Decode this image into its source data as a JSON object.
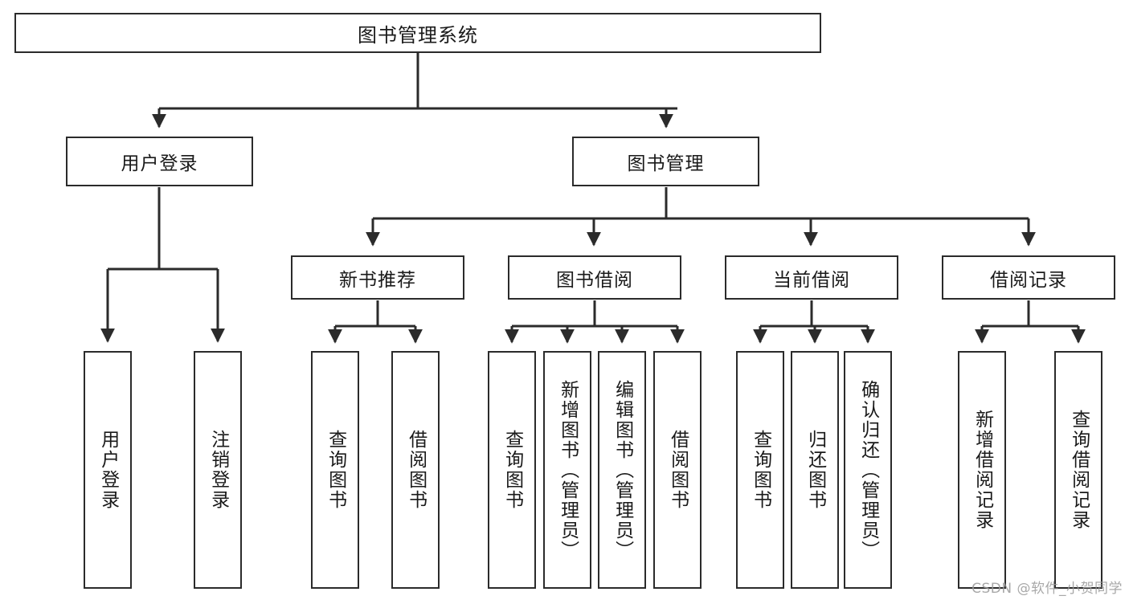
{
  "diagram": {
    "title": "图书管理系统",
    "watermark": "CSDN @软件_小贺同学",
    "line_color": "#2b2b2b",
    "box_fill": "#ffffff",
    "text_color": "#1a1a1a",
    "watermark_color": "#9a9a9a"
  },
  "root": {
    "label": "图书管理系统"
  },
  "level2": [
    {
      "label": "用户登录"
    },
    {
      "label": "图书管理"
    }
  ],
  "level3": [
    {
      "label": "新书推荐"
    },
    {
      "label": "图书借阅"
    },
    {
      "label": "当前借阅"
    },
    {
      "label": "借阅记录"
    }
  ],
  "leaves": {
    "user_login": [
      {
        "label": "用户登录"
      },
      {
        "label": "注销登录"
      }
    ],
    "new_book": [
      {
        "label": "查询图书"
      },
      {
        "label": "借阅图书"
      }
    ],
    "book_borrow": [
      {
        "label": "查询图书"
      },
      {
        "label": "新增图书（管理员）"
      },
      {
        "label": "编辑图书（管理员）"
      },
      {
        "label": "借阅图书"
      }
    ],
    "current_borrow": [
      {
        "label": "查询图书"
      },
      {
        "label": "归还图书"
      },
      {
        "label": "确认归还（管理员）"
      }
    ],
    "borrow_record": [
      {
        "label": "新增借阅记录"
      },
      {
        "label": "查询借阅记录"
      }
    ]
  }
}
